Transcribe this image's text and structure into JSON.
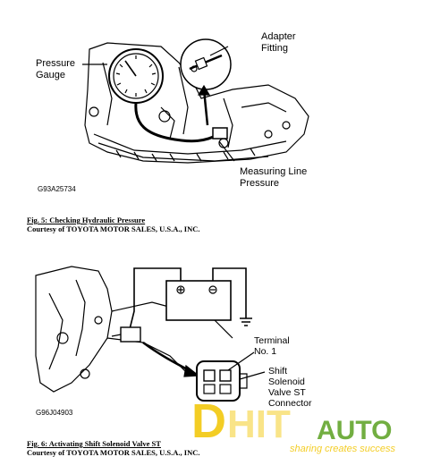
{
  "figure1": {
    "labels": {
      "pressure_gauge_line1": "Pressure",
      "pressure_gauge_line2": "Gauge",
      "adapter_fitting_line1": "Adapter",
      "adapter_fitting_line2": "Fitting",
      "measuring_line_line1": "Measuring Line",
      "measuring_line_line2": "Pressure"
    },
    "image_code": "G93A25734",
    "caption_title": "Fig. 5: Checking Hydraulic Pressure",
    "caption_credit": "Courtesy of TOYOTA MOTOR SALES, U.S.A., INC."
  },
  "figure2": {
    "labels": {
      "terminal_line1": "Terminal",
      "terminal_line2": "No. 1",
      "shift_line1": "Shift",
      "shift_line2": "Solenoid",
      "shift_line3": "Valve ST",
      "shift_line4": "Connector"
    },
    "image_code": "G96J04903",
    "caption_title": "Fig. 6: Activating Shift Solenoid Valve ST",
    "caption_credit": "Courtesy of TOYOTA MOTOR SALES, U.S.A., INC."
  },
  "watermark": {
    "brand_left": "D",
    "brand_mid": "HIT",
    "brand_right": "AUTO",
    "tagline": "sharing creates success"
  },
  "colors": {
    "ink": "#000000",
    "watermark_yellow": "#f2c500",
    "watermark_green": "#5aa020"
  }
}
